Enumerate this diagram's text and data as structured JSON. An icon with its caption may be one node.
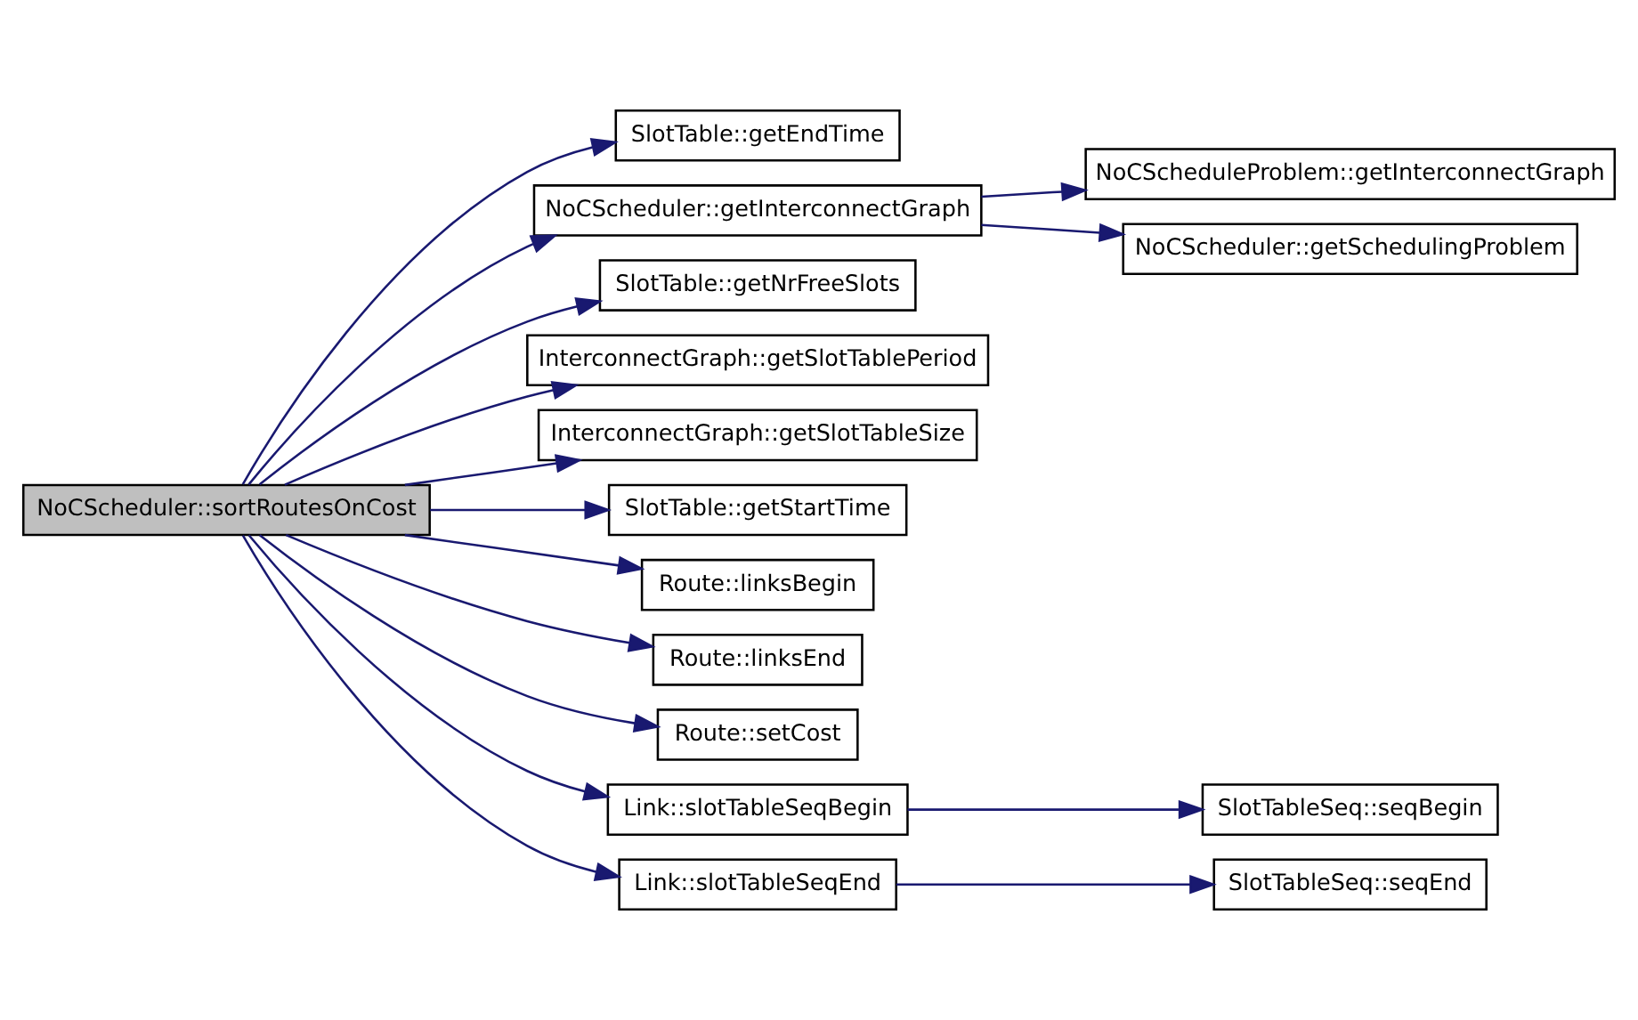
{
  "diagram": {
    "nodes": [
      {
        "text": [
          "NoCScheduler::sortRoutesOnCost"
        ]
      },
      {
        "text": [
          "SlotTable::getEndTime"
        ]
      },
      {
        "text": [
          "NoCScheduler::getInterconnectGraph"
        ]
      },
      {
        "text": [
          "NoCScheduleProblem::getInterconnectGraph"
        ]
      },
      {
        "text": [
          "NoCScheduler::getSchedulingProblem"
        ]
      },
      {
        "text": [
          "SlotTable::getNrFreeSlots"
        ]
      },
      {
        "text": [
          "InterconnectGraph::getSlotTablePeriod"
        ]
      },
      {
        "text": [
          "InterconnectGraph::getSlotTableSize"
        ]
      },
      {
        "text": [
          "SlotTable::getStartTime"
        ]
      },
      {
        "text": [
          "Route::linksBegin"
        ]
      },
      {
        "text": [
          "Route::linksEnd"
        ]
      },
      {
        "text": [
          "Route::setCost"
        ]
      },
      {
        "text": [
          "Link::slotTableSeqBegin"
        ]
      },
      {
        "text": [
          "SlotTableSeq::seqBegin"
        ]
      },
      {
        "text": [
          "Link::slotTableSeqEnd"
        ]
      },
      {
        "text": [
          "SlotTableSeq::seqEnd"
        ]
      }
    ],
    "edges": [
      {
        "from": 0,
        "to": 1,
        "arrow": "to"
      },
      {
        "from": 0,
        "to": 2,
        "arrow": "to"
      },
      {
        "from": 2,
        "to": 3,
        "arrow": "to"
      },
      {
        "from": 2,
        "to": 4,
        "arrow": "to"
      },
      {
        "from": 0,
        "to": 5,
        "arrow": "to"
      },
      {
        "from": 0,
        "to": 6,
        "arrow": "to"
      },
      {
        "from": 0,
        "to": 7,
        "arrow": "to"
      },
      {
        "from": 0,
        "to": 8,
        "arrow": "to"
      },
      {
        "from": 0,
        "to": 9,
        "arrow": "to"
      },
      {
        "from": 0,
        "to": 10,
        "arrow": "to"
      },
      {
        "from": 0,
        "to": 11,
        "arrow": "to"
      },
      {
        "from": 0,
        "to": 12,
        "arrow": "to"
      },
      {
        "from": 12,
        "to": 13,
        "arrow": "to"
      },
      {
        "from": 0,
        "to": 14,
        "arrow": "to"
      },
      {
        "from": 14,
        "to": 15,
        "arrow": "to"
      }
    ]
  }
}
